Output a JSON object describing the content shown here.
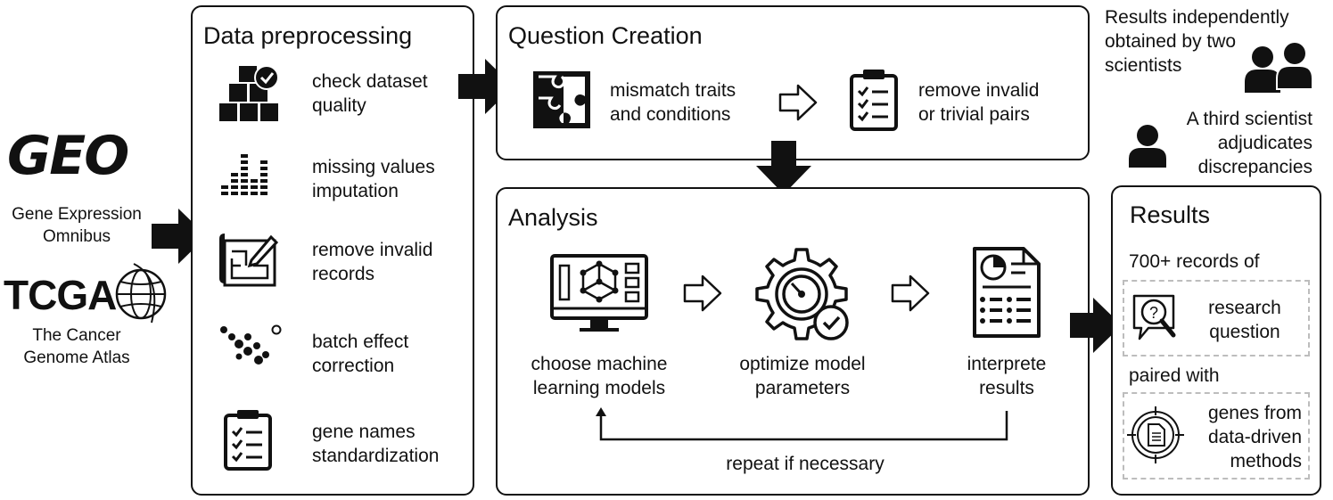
{
  "sources": {
    "geo_logo": "GEO",
    "geo_label": "Gene Expression\nOmnibus",
    "tcga_logo": "TCGA",
    "tcga_label": "The Cancer\nGenome Atlas"
  },
  "preprocessing": {
    "title": "Data preprocessing",
    "steps": [
      {
        "label": "check dataset\nquality",
        "icon": "boxes-check-icon"
      },
      {
        "label": "missing values\nimputation",
        "icon": "bar-dots-icon"
      },
      {
        "label": "remove invalid\nrecords",
        "icon": "blueprint-edit-icon"
      },
      {
        "label": "batch effect\ncorrection",
        "icon": "scatter-dots-icon"
      },
      {
        "label": "gene names\nstandardization",
        "icon": "clipboard-checklist-icon"
      }
    ]
  },
  "question_creation": {
    "title": "Question Creation",
    "step1": "mismatch traits\nand conditions",
    "step2": "remove invalid\nor trivial pairs"
  },
  "analysis": {
    "title": "Analysis",
    "step1": "choose machine\nlearning models",
    "step2": "optimize model\nparameters",
    "step3": "interprete\nresults",
    "loop_label": "repeat if necessary"
  },
  "review": {
    "two_scientists": "Results independently\nobtained by two\nscientists",
    "third_scientist": "A third scientist\nadjudicates\ndiscrepancies"
  },
  "results": {
    "title": "Results",
    "records": "700+ records of",
    "research_question": "research\nquestion",
    "paired_with": "paired with",
    "genes": "genes from\ndata-driven\nmethods"
  }
}
